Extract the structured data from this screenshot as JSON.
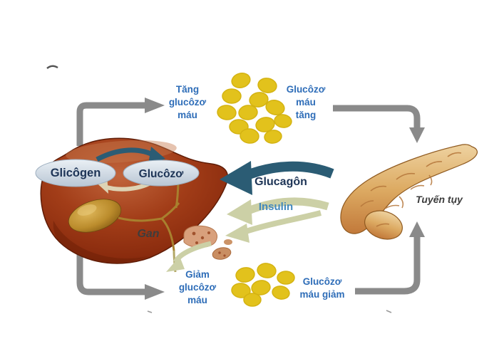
{
  "labels": {
    "tang_glucozo_mau": "Tăng\nglucôzơ\nmáu",
    "glucozo_mau_tang": "Glucôzơ\nmáu\ntăng",
    "glicogen": "Glicôgen",
    "glucozo": "Glucôzơ",
    "glucagon": "Glucagôn",
    "insulin": "Insulin",
    "gan": "Gan",
    "tuyen_tuy": "Tuyến tụy",
    "giam_glucozo_mau": "Giảm\nglucôzơ\nmáu",
    "glucozo_mau_giam": "Glucôzơ\nmáu giảm"
  },
  "colors": {
    "background": "#ffffff",
    "cycle_arrow_gray": "#8a8a8a",
    "glucagon_arrow_teal": "#2b5c74",
    "insulin_arrow_sage": "#ccd0a6",
    "glucose_cell_yellow": "#e2c21c",
    "label_blue": "#2e6db8",
    "label_navy": "#1d3456",
    "insulin_text_blue": "#4489bd",
    "organ_label_gray": "#3d3d3d",
    "liver_red": "#9c3a1a",
    "gallbladder_gold": "#c89a35",
    "pancreas_tan": "#ddab63",
    "bubble_fill": "#cfdae5"
  }
}
